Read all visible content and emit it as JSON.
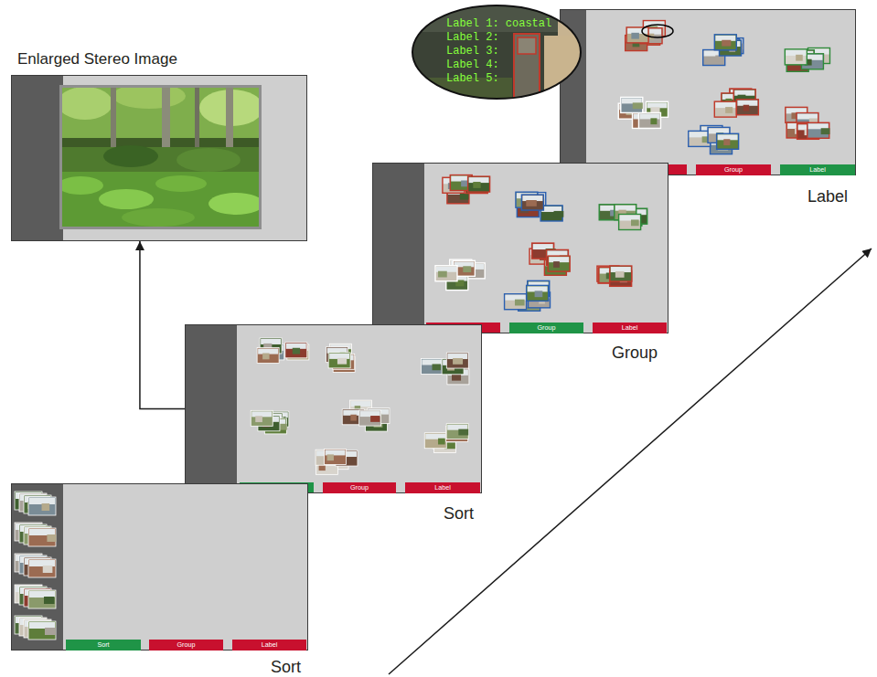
{
  "diagram": {
    "nodes": [
      {
        "text": [
          "Enlarged Stereo Image"
        ]
      },
      {
        "text": [
          "Label 1: coastal",
          "Label 2:",
          "Label 3:",
          "Label 4:",
          "Label 5:"
        ]
      },
      {
        "text": [
          "Label"
        ]
      },
      {
        "text": [
          "Group"
        ],
        "in": 2
      },
      {
        "text": [
          "Label"
        ],
        "in": 2
      },
      {
        "text": [
          "Group"
        ]
      },
      {
        "text": [
          "Group"
        ],
        "in": 5
      },
      {
        "text": [
          "Label"
        ],
        "in": 5
      },
      {
        "text": [
          "Sort"
        ]
      },
      {
        "text": [
          "Group"
        ],
        "in": 8
      },
      {
        "text": [
          "Label"
        ],
        "in": 8
      },
      {
        "text": [
          "Sort"
        ]
      },
      {
        "text": [
          "Sort"
        ],
        "in": 11
      },
      {
        "text": [
          "Group"
        ],
        "in": 11
      },
      {
        "text": [
          "Label"
        ],
        "in": 11
      }
    ],
    "edges": [
      {
        "from": 8,
        "to": 0,
        "arrow": "to"
      }
    ]
  }
}
